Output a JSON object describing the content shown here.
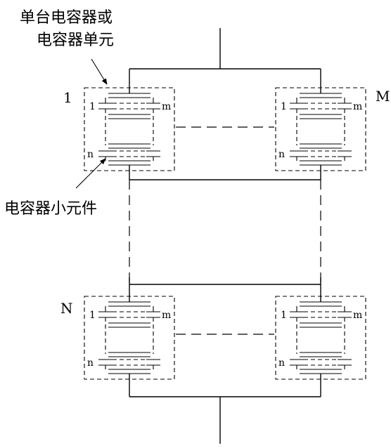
{
  "labels": {
    "unit_line1": "单台电容器或",
    "unit_line2": "电容器单元",
    "element": "电容器小元件",
    "row_first": "1",
    "row_last": "N",
    "col_last": "M",
    "elem_first": "1",
    "elem_last_left": "n",
    "elem_last_right": "m"
  }
}
